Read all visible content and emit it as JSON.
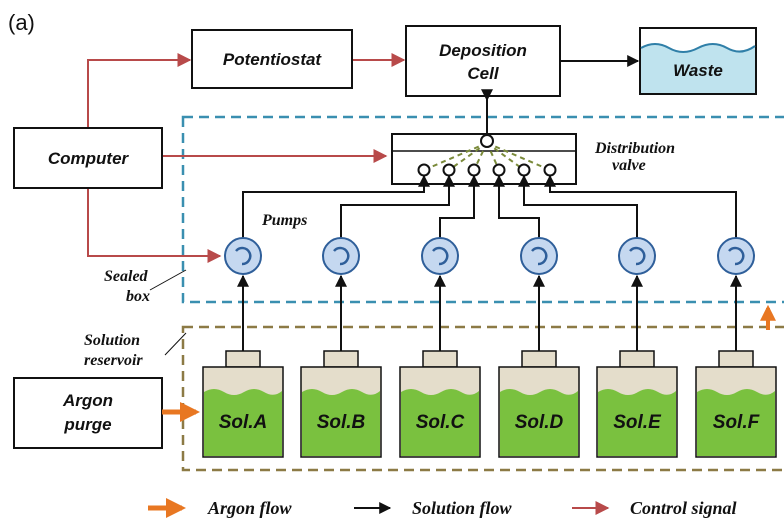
{
  "panel_label": "(a)",
  "boxes": {
    "computer": "Computer",
    "potentiostat": "Potentiostat",
    "deposition_line1": "Deposition",
    "deposition_line2": "Cell",
    "waste": "Waste",
    "argon_line1": "Argon",
    "argon_line2": "purge"
  },
  "labels": {
    "distribution_line1": "Distribution",
    "distribution_line2": "valve",
    "pumps": "Pumps",
    "sealed_line1": "Sealed",
    "sealed_line2": "box",
    "reservoir_line1": "Solution",
    "reservoir_line2": "reservoir"
  },
  "solutions": [
    "Sol.A",
    "Sol.B",
    "Sol.C",
    "Sol.D",
    "Sol.E",
    "Sol.F"
  ],
  "legend": {
    "argon": "Argon flow",
    "solution": "Solution flow",
    "control": "Control signal"
  },
  "colors": {
    "control": "#b84a4a",
    "solution": "#111111",
    "argon": "#e87722",
    "sealed_box": "#3a8fb0",
    "reservoir_box": "#8c7a45",
    "pump_fill": "#c5d8f0",
    "pump_stroke": "#2f5f9a",
    "solution_fill": "#7ac13f",
    "bottle_top": "#e4ddcb",
    "waste_fill": "#bfe3ee"
  }
}
